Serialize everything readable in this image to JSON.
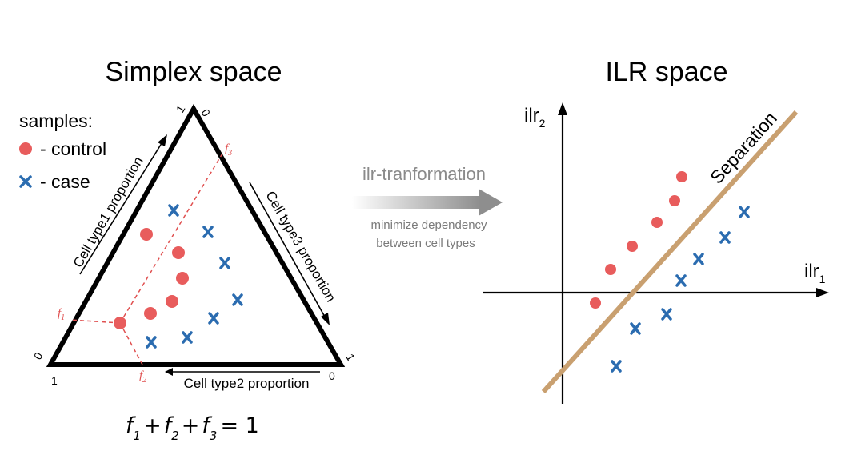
{
  "left_panel": {
    "title": "Simplex space",
    "legend": {
      "heading": "samples:",
      "control_label": "- control",
      "case_label": "- case"
    },
    "axis_labels": {
      "left": "Cell type1 proportion",
      "right": "Cell type3 proportion",
      "bottom": "Cell type2 proportion"
    },
    "tick_labels": {
      "top_left": "1",
      "top_right": "0",
      "left_outer": "0",
      "left_bottom": "1",
      "right_outer": "1",
      "right_bottom": "0"
    },
    "f_labels": {
      "f1": "f",
      "f1_sub": "1",
      "f2": "f",
      "f2_sub": "2",
      "f3": "f",
      "f3_sub": "3"
    },
    "formula": {
      "f": "f",
      "s1": "1",
      "s2": "2",
      "s3": "3",
      "plus": "+",
      "eq": "= 1"
    }
  },
  "middle": {
    "arrow_title": "ilr-tranformation",
    "arrow_sub_line1": "minimize dependency",
    "arrow_sub_line2": "between cell types"
  },
  "right_panel": {
    "title": "ILR space",
    "x_label": "ilr",
    "x_sub": "1",
    "y_label": "ilr",
    "y_sub": "2",
    "separation_label": "Separation"
  },
  "colors": {
    "control": "#e85c5c",
    "case": "#2b6cb0",
    "separation_line": "#c9a070",
    "dashed": "#e05050",
    "triangle": "#000000"
  },
  "icons": {
    "control_marker": "red-dot-icon",
    "case_marker": "blue-cross-icon"
  }
}
